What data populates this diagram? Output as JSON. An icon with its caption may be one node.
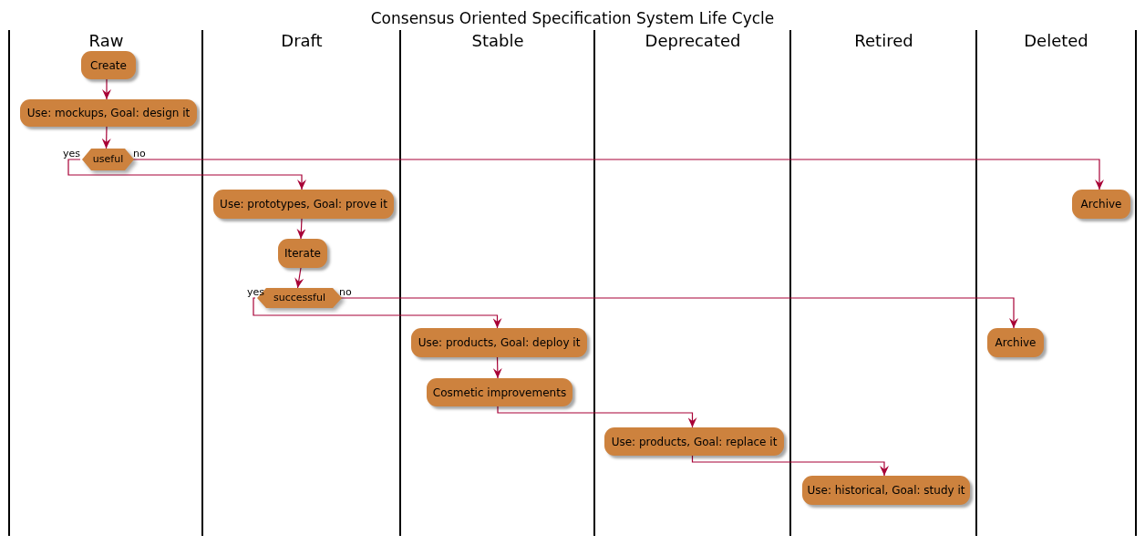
{
  "diagram": {
    "title": "Consensus Oriented Specification System Life Cycle",
    "nodes": [
      {
        "text": [
          "Raw"
        ]
      },
      {
        "text": [
          "Create"
        ],
        "in": 0
      },
      {
        "text": [
          "Use: mockups, Goal: design it"
        ],
        "in": 0
      },
      {
        "text": [
          "useful"
        ],
        "in": 0
      },
      {
        "text": [
          "Draft"
        ]
      },
      {
        "text": [
          "Use: prototypes, Goal: prove it"
        ],
        "in": 4
      },
      {
        "text": [
          "Iterate"
        ],
        "in": 4
      },
      {
        "text": [
          "successful"
        ],
        "in": 4
      },
      {
        "text": [
          "Stable"
        ]
      },
      {
        "text": [
          "Use: products, Goal: deploy it"
        ],
        "in": 8
      },
      {
        "text": [
          "Cosmetic improvements"
        ],
        "in": 8
      },
      {
        "text": [
          "Deprecated"
        ]
      },
      {
        "text": [
          "Use: products, Goal: replace it"
        ],
        "in": 11
      },
      {
        "text": [
          "Retired"
        ]
      },
      {
        "text": [
          "Use: historical, Goal: study it"
        ],
        "in": 13
      },
      {
        "text": [
          "Deleted"
        ]
      },
      {
        "text": [
          "Archive"
        ],
        "in": 15
      },
      {
        "text": [
          "Archive"
        ],
        "in": 15
      }
    ],
    "edges": [
      {
        "from": 1,
        "to": 2,
        "arrow": "to"
      },
      {
        "from": 2,
        "to": 3,
        "arrow": "to"
      },
      {
        "from": 3,
        "to": 5,
        "label": "yes",
        "arrow": "to"
      },
      {
        "from": 3,
        "to": 16,
        "label": "no",
        "arrow": "to"
      },
      {
        "from": 5,
        "to": 6,
        "arrow": "to"
      },
      {
        "from": 6,
        "to": 7,
        "arrow": "to"
      },
      {
        "from": 7,
        "to": 9,
        "label": "yes",
        "arrow": "to"
      },
      {
        "from": 7,
        "to": 17,
        "label": "no",
        "arrow": "to"
      },
      {
        "from": 9,
        "to": 10,
        "arrow": "to"
      },
      {
        "from": 10,
        "to": 12,
        "arrow": "to"
      },
      {
        "from": 12,
        "to": 14,
        "arrow": "to"
      }
    ]
  }
}
